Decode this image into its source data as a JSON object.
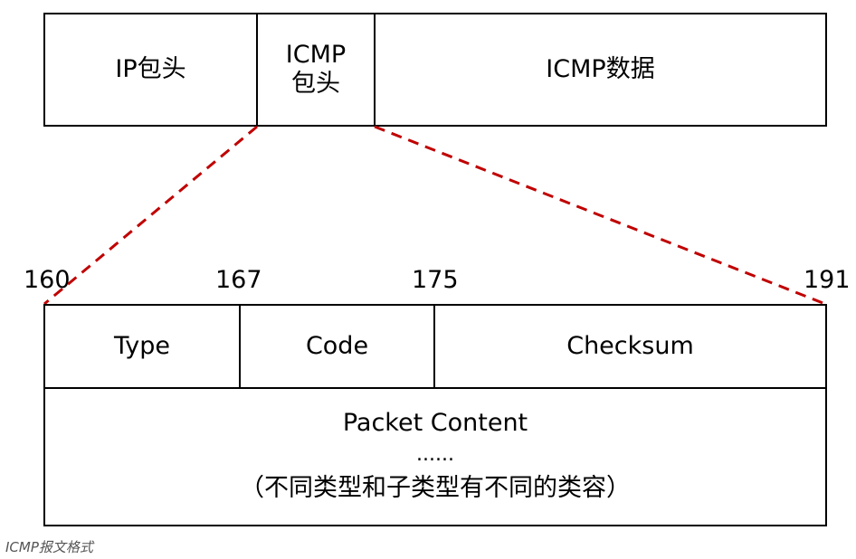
{
  "top_row": {
    "ip_header": "IP包头",
    "icmp_header_line1": "ICMP",
    "icmp_header_line2": "包头",
    "icmp_data": "ICMP数据"
  },
  "bit_positions": [
    "160",
    "167",
    "175",
    "191"
  ],
  "fields": {
    "type": "Type",
    "code": "Code",
    "checksum": "Checksum"
  },
  "content": {
    "title": "Packet Content",
    "ellipsis": "......",
    "note": "（不同类型和子类型有不同的类容）"
  },
  "caption": "ICMP报文格式",
  "colors": {
    "border": "#000000",
    "zoom_lines": "#c00000"
  }
}
